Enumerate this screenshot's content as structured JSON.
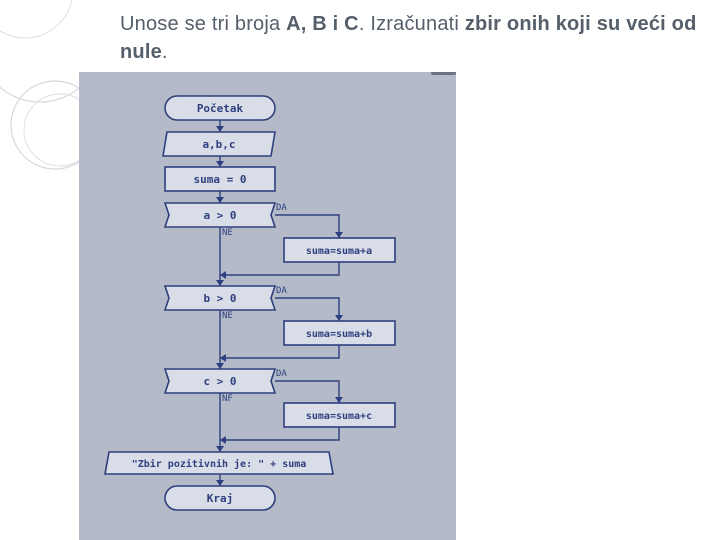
{
  "title": {
    "segments": [
      {
        "text": "Unose se tri broja ",
        "bold": false
      },
      {
        "text": "A, B i C",
        "bold": true
      },
      {
        "text": ". Izračunati ",
        "bold": false
      },
      {
        "text": "zbir onih koji su veći od nule",
        "bold": true
      },
      {
        "text": ".",
        "bold": false
      }
    ]
  },
  "flowchart": {
    "start": "Početak",
    "input": "a,b,c",
    "init": "suma = 0",
    "cond_a": "a > 0",
    "cond_b": "b > 0",
    "cond_c": "c > 0",
    "add_a": "suma=suma+a",
    "add_b": "suma=suma+b",
    "add_c": "suma=suma+c",
    "output": "\"Zbir pozitivnih je: \" + suma",
    "end": "Kraj",
    "yes_a": "DA",
    "no_a": "NE",
    "yes_b": "DA",
    "no_b": "NE",
    "yes_c": "DA",
    "no_c": "NF"
  },
  "colors": {
    "panel": "#b4bac7",
    "box_fill": "#d9dde7",
    "stroke": "#2e3f7f",
    "title_text": "#555f6b",
    "circles": "#d4d7dc"
  }
}
